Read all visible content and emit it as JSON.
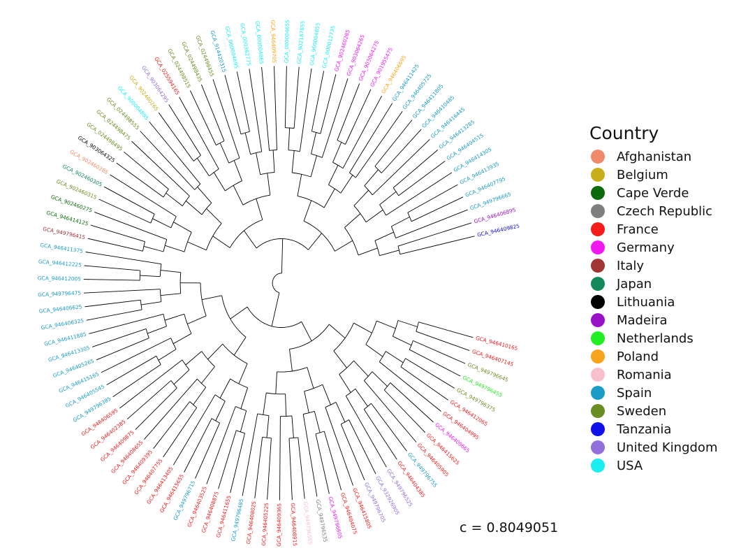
{
  "legend": {
    "title": "Country",
    "items": [
      {
        "label": "Afghanistan",
        "color": "#F08A6A"
      },
      {
        "label": "Belgium",
        "color": "#C8AE1A"
      },
      {
        "label": "Cape Verde",
        "color": "#0B6B0B"
      },
      {
        "label": "Czech Republic",
        "color": "#7F7F7F"
      },
      {
        "label": "France",
        "color": "#F41B1B"
      },
      {
        "label": "Germany",
        "color": "#F01AF0"
      },
      {
        "label": "Italy",
        "color": "#A23434"
      },
      {
        "label": "Japan",
        "color": "#14895A"
      },
      {
        "label": "Lithuania",
        "color": "#000000"
      },
      {
        "label": "Madeira",
        "color": "#9A12C8"
      },
      {
        "label": "Netherlands",
        "color": "#23EE23"
      },
      {
        "label": "Poland",
        "color": "#F8A41A"
      },
      {
        "label": "Romania",
        "color": "#F8C0CA"
      },
      {
        "label": "Spain",
        "color": "#1A9CC8"
      },
      {
        "label": "Sweden",
        "color": "#6B8E23"
      },
      {
        "label": "Tanzania",
        "color": "#1010E8"
      },
      {
        "label": "United Kingdom",
        "color": "#9370DB"
      },
      {
        "label": "USA",
        "color": "#1AEEF0"
      }
    ]
  },
  "statistic": "c = 0.8049051",
  "tree": {
    "tips": [
      {
        "label": "GCA_946410165",
        "country": "France"
      },
      {
        "label": "GCA_946407145",
        "country": "France"
      },
      {
        "label": "GCA_949796645",
        "country": "Sweden"
      },
      {
        "label": "GCA_949796455",
        "country": "Netherlands"
      },
      {
        "label": "GCA_949796375",
        "country": "Sweden"
      },
      {
        "label": "GCA_946412065",
        "country": "France"
      },
      {
        "label": "GCA_946404995",
        "country": "France"
      },
      {
        "label": "GCA_946409665",
        "country": "Germany"
      },
      {
        "label": "GCA_946415625",
        "country": "France"
      },
      {
        "label": "GCA_946405905",
        "country": "France"
      },
      {
        "label": "GCA_949796755",
        "country": "Spain"
      },
      {
        "label": "GCA_946404385",
        "country": "France"
      },
      {
        "label": "GCA_949796525",
        "country": "United Kingdom"
      },
      {
        "label": "GCA_932926905",
        "country": "United Kingdom"
      },
      {
        "label": "GCA_949796705",
        "country": "United Kingdom"
      },
      {
        "label": "GCA_946415805",
        "country": "France"
      },
      {
        "label": "GCA_946404075",
        "country": "France"
      },
      {
        "label": "GCA_949796605",
        "country": "Germany"
      },
      {
        "label": "GCA_949796535",
        "country": "Czech Republic"
      },
      {
        "label": "GCA_949796565",
        "country": "Romania"
      },
      {
        "label": "GCA_946408915",
        "country": "France"
      },
      {
        "label": "GCA_946409365",
        "country": "France"
      },
      {
        "label": "GCA_946405225",
        "country": "France"
      },
      {
        "label": "GCA_946408025",
        "country": "France"
      },
      {
        "label": "GCA_949796485",
        "country": "Spain"
      },
      {
        "label": "GCA_946411655",
        "country": "France"
      },
      {
        "label": "GCA_946408875",
        "country": "France"
      },
      {
        "label": "GCA_946403525",
        "country": "France"
      },
      {
        "label": "GCA_949796715",
        "country": "Spain"
      },
      {
        "label": "GCA_946415655",
        "country": "France"
      },
      {
        "label": "GCA_946413405",
        "country": "France"
      },
      {
        "label": "GCA_946407755",
        "country": "France"
      },
      {
        "label": "GCA_946409395",
        "country": "France"
      },
      {
        "label": "GCA_946408655",
        "country": "France"
      },
      {
        "label": "GCA_946409875",
        "country": "France"
      },
      {
        "label": "GCA_946402385",
        "country": "France"
      },
      {
        "label": "GCA_946406595",
        "country": "France"
      },
      {
        "label": "GCA_949796385",
        "country": "Spain"
      },
      {
        "label": "GCA_946405545",
        "country": "Spain"
      },
      {
        "label": "GCA_946415165",
        "country": "Spain"
      },
      {
        "label": "GCA_946405265",
        "country": "Spain"
      },
      {
        "label": "GCA_946413305",
        "country": "Spain"
      },
      {
        "label": "GCA_946411885",
        "country": "Spain"
      },
      {
        "label": "GCA_946406325",
        "country": "Spain"
      },
      {
        "label": "GCA_946406625",
        "country": "Spain"
      },
      {
        "label": "GCA_949796475",
        "country": "Spain"
      },
      {
        "label": "GCA_946412005",
        "country": "Spain"
      },
      {
        "label": "GCA_946412225",
        "country": "Spain"
      },
      {
        "label": "GCA_946411375",
        "country": "Spain"
      },
      {
        "label": "GCA_949796415",
        "country": "Italy"
      },
      {
        "label": "GCA_946414125",
        "country": "Cape Verde"
      },
      {
        "label": "GCA_902460275",
        "country": "Cape Verde"
      },
      {
        "label": "GCA_902460315",
        "country": "Sweden"
      },
      {
        "label": "GCA_902460305",
        "country": "Japan"
      },
      {
        "label": "GCA_902460285",
        "country": "Afghanistan"
      },
      {
        "label": "GCA_903064325",
        "country": "Lithuania"
      },
      {
        "label": "GCA_024498495",
        "country": "Sweden"
      },
      {
        "label": "GCA_024498475",
        "country": "Sweden"
      },
      {
        "label": "GCA_024498555",
        "country": "Sweden"
      },
      {
        "label": "GCA_900004895",
        "country": "USA"
      },
      {
        "label": "GCA_902460265",
        "country": "Belgium"
      },
      {
        "label": "GCA_903064295",
        "country": "United Kingdom"
      },
      {
        "label": "GCA_025594165",
        "country": "France"
      },
      {
        "label": "GCA_024498515",
        "country": "Sweden"
      },
      {
        "label": "GCA_024498435",
        "country": "Sweden"
      },
      {
        "label": "GCA_024498455",
        "country": "Sweden"
      },
      {
        "label": "GCA_914420315",
        "country": "Spain"
      },
      {
        "label": "GCA_000004695",
        "country": "USA"
      },
      {
        "label": "GCA_000362775",
        "country": "USA"
      },
      {
        "label": "GCA_000004865",
        "country": "USA"
      },
      {
        "label": "GCA_946409705",
        "country": "Poland"
      },
      {
        "label": "GCA_000004655",
        "country": "USA"
      },
      {
        "label": "GCA_902187855",
        "country": "USA"
      },
      {
        "label": "GCA_900004855",
        "country": "USA"
      },
      {
        "label": "GCA_000012735",
        "country": "USA"
      },
      {
        "label": "GCA_902460285",
        "country": "Germany"
      },
      {
        "label": "GCA_903064265",
        "country": "Germany"
      },
      {
        "label": "GCA_903064275",
        "country": "Germany"
      },
      {
        "label": "GCA_901955475",
        "country": "Germany"
      },
      {
        "label": "GCA_946406695",
        "country": "Poland"
      },
      {
        "label": "GCA_946411425",
        "country": "Spain"
      },
      {
        "label": "GCA_946405725",
        "country": "Spain"
      },
      {
        "label": "GCA_946411805",
        "country": "Spain"
      },
      {
        "label": "GCA_946410485",
        "country": "Spain"
      },
      {
        "label": "GCA_946416445",
        "country": "Spain"
      },
      {
        "label": "GCA_946413285",
        "country": "Spain"
      },
      {
        "label": "GCA_946404515",
        "country": "Spain"
      },
      {
        "label": "GCA_946414305",
        "country": "Spain"
      },
      {
        "label": "GCA_946413935",
        "country": "Spain"
      },
      {
        "label": "GCA_946407795",
        "country": "Spain"
      },
      {
        "label": "GCA_949796665",
        "country": "Spain"
      },
      {
        "label": "GCA_946406895",
        "country": "Madeira"
      },
      {
        "label": "GCA_946409825",
        "country": "Tanzania"
      }
    ]
  }
}
